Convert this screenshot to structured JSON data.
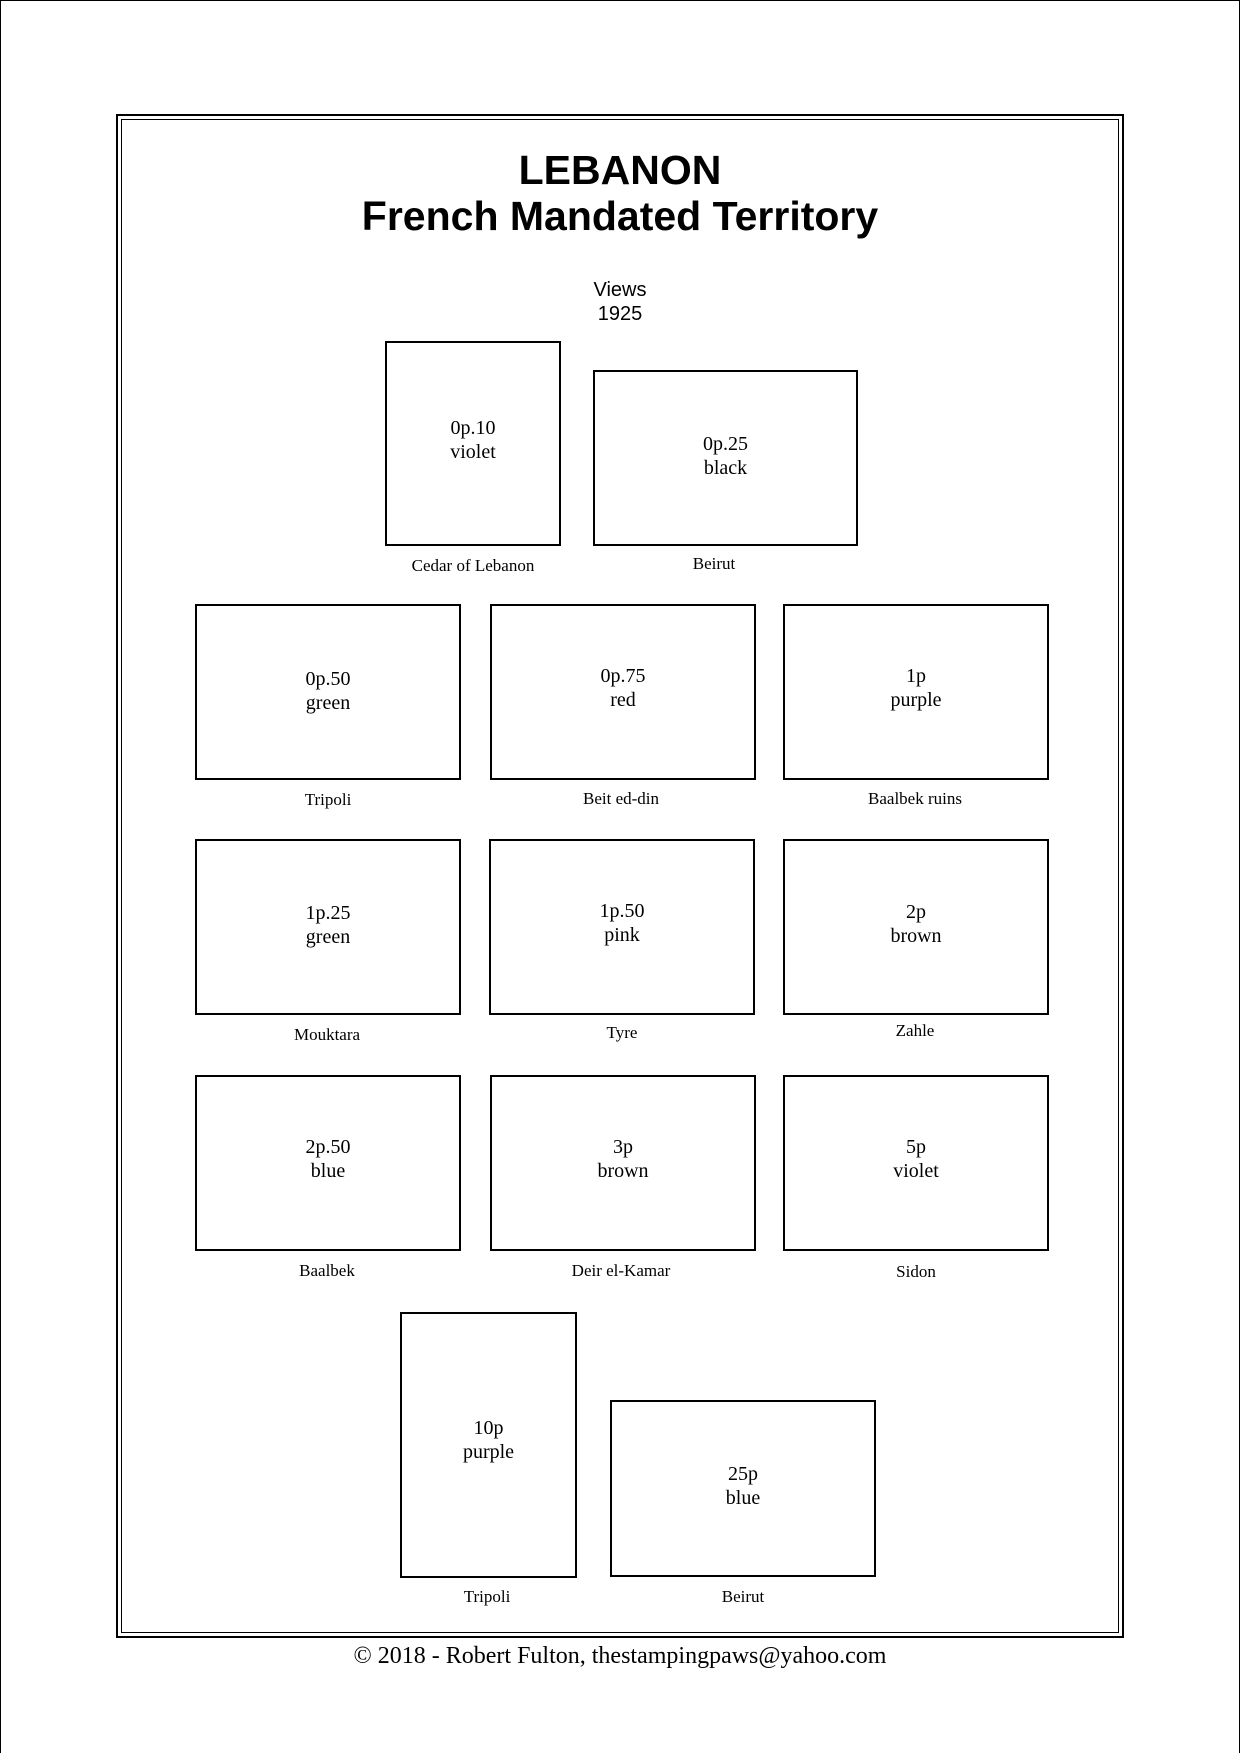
{
  "header": {
    "country": "LEBANON",
    "territory": "French Mandated Territory"
  },
  "section": {
    "heading": "Views",
    "year": "1925"
  },
  "stamps": [
    {
      "value": "0p.10",
      "color": "violet",
      "caption": "Cedar of Lebanon"
    },
    {
      "value": "0p.25",
      "color": "black",
      "caption": "Beirut"
    },
    {
      "value": "0p.50",
      "color": "green",
      "caption": "Tripoli"
    },
    {
      "value": "0p.75",
      "color": "red",
      "caption": "Beit ed-din"
    },
    {
      "value": "1p",
      "color": "purple",
      "caption": "Baalbek ruins"
    },
    {
      "value": "1p.25",
      "color": "green",
      "caption": "Mouktara"
    },
    {
      "value": "1p.50",
      "color": "pink",
      "caption": "Tyre"
    },
    {
      "value": "2p",
      "color": "brown",
      "caption": "Zahle"
    },
    {
      "value": "2p.50",
      "color": "blue",
      "caption": "Baalbek"
    },
    {
      "value": "3p",
      "color": "brown",
      "caption": "Deir el-Kamar"
    },
    {
      "value": "5p",
      "color": "violet",
      "caption": "Sidon"
    },
    {
      "value": "10p",
      "color": "purple",
      "caption": "Tripoli"
    },
    {
      "value": "25p",
      "color": "blue",
      "caption": "Beirut"
    }
  ],
  "footer": {
    "text": "© 2018 -  Robert Fulton, thestampingpaws@yahoo.com"
  }
}
